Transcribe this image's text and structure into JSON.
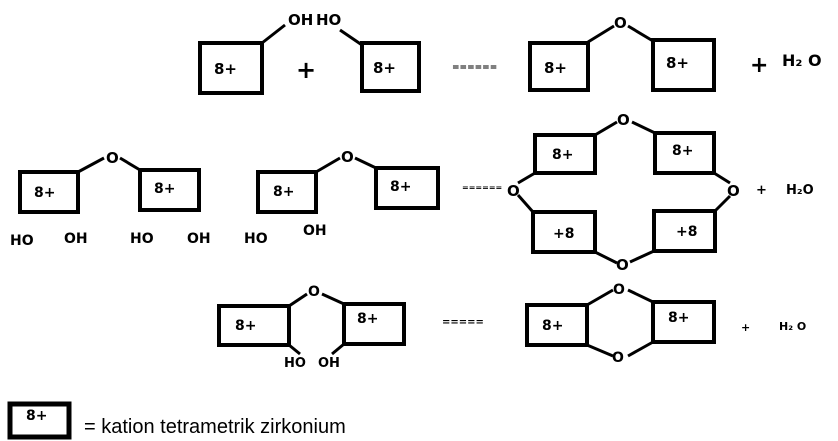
{
  "labels": {
    "charge": "8+",
    "charge_alt": "+8",
    "oh": "OH",
    "ho": "HO",
    "o": "O",
    "plus": "+",
    "water": "H₂O",
    "water_spaced": "H₂ O",
    "eq_long": "======",
    "eq_short": "=====",
    "eq_mid": "====="
  },
  "legend": {
    "text": "= kation tetrametrik zirkonium"
  }
}
